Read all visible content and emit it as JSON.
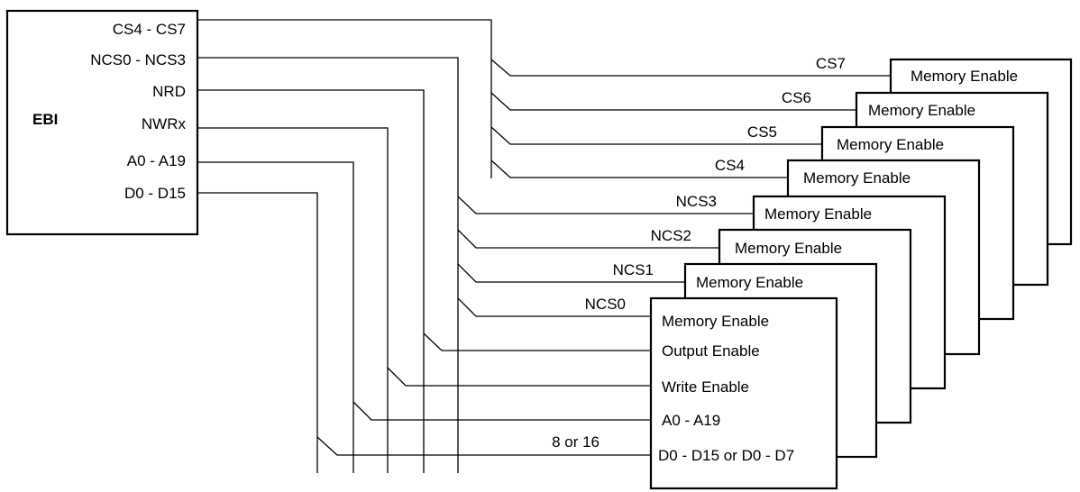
{
  "ebi": {
    "title": "EBI",
    "pins": [
      "CS4 - CS7",
      "NCS0 - NCS3",
      "NRD",
      "NWRx",
      "A0 - A19",
      "D0 - D15"
    ]
  },
  "memories": [
    {
      "cs_label": "CS7",
      "top_label": "Memory Enable"
    },
    {
      "cs_label": "CS6",
      "top_label": "Memory Enable"
    },
    {
      "cs_label": "CS5",
      "top_label": "Memory Enable"
    },
    {
      "cs_label": "CS4",
      "top_label": "Memory Enable"
    },
    {
      "cs_label": "NCS3",
      "top_label": "Memory Enable"
    },
    {
      "cs_label": "NCS2",
      "top_label": "Memory Enable"
    },
    {
      "cs_label": "NCS1",
      "top_label": "Memory Enable"
    },
    {
      "cs_label": "NCS0",
      "top_label": ""
    }
  ],
  "front_memory": {
    "ports": [
      "Memory Enable",
      "Output Enable",
      "Write Enable",
      "A0 - A19",
      "D0 - D15 or D0 - D7"
    ]
  },
  "data_bus_width_label": "8 or 16"
}
